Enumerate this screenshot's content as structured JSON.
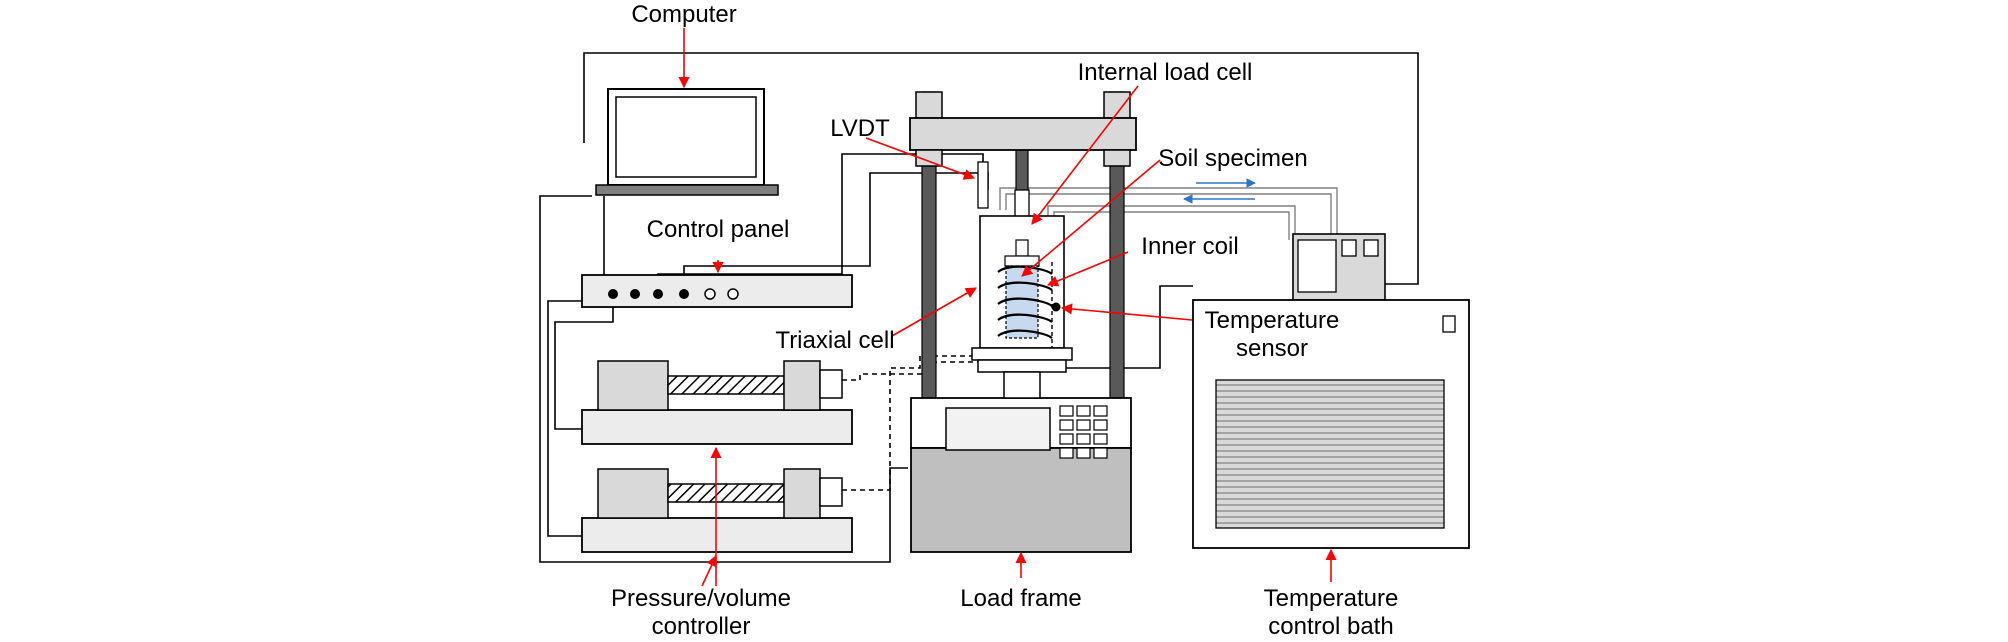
{
  "labels": {
    "computer": "Computer",
    "internal_load_cell": "Internal load cell",
    "lvdt": "LVDT",
    "soil_specimen": "Soil specimen",
    "control_panel": "Control panel",
    "inner_coil": "Inner coil",
    "triaxial_cell": "Triaxial cell",
    "temperature_sensor_line1": "Temperature",
    "temperature_sensor_line2": "sensor",
    "pressure_volume_line1": "Pressure/volume",
    "pressure_volume_line2": "controller",
    "load_frame": "Load frame",
    "temperature_bath_line1": "Temperature",
    "temperature_bath_line2": "control bath"
  },
  "colors": {
    "arrow": "#ff0000",
    "flow_arrow": "#2e75c9",
    "specimen": "#c6d9f1",
    "grey_dark": "#595959",
    "grey_mid": "#bfbfbf",
    "grey_light": "#d9d9d9"
  }
}
